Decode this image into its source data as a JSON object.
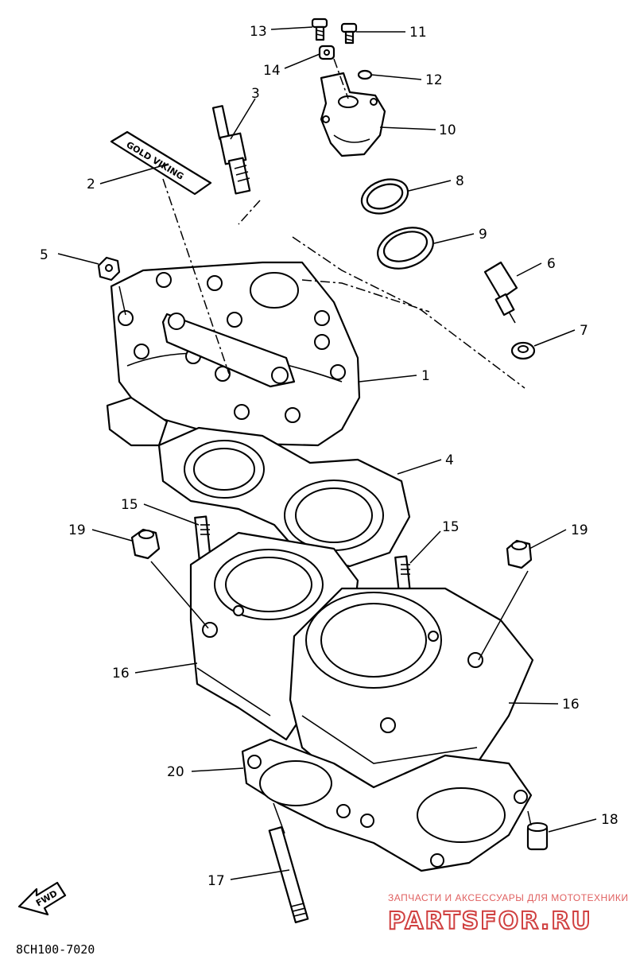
{
  "diagram": {
    "part_code": "8CH100-7020",
    "fwd_label": "FWD",
    "emblem_text": "GOLD VIKING",
    "callouts": [
      "1",
      "2",
      "3",
      "4",
      "5",
      "6",
      "7",
      "8",
      "9",
      "10",
      "11",
      "12",
      "13",
      "14",
      "15",
      "15",
      "16",
      "16",
      "17",
      "18",
      "19",
      "19",
      "20"
    ],
    "watermark": {
      "tagline": "ЗАПЧАСТИ И АКСЕССУАРЫ ДЛЯ МОТОТЕХНИКИ",
      "site": "PARTSFOR.RU"
    }
  }
}
